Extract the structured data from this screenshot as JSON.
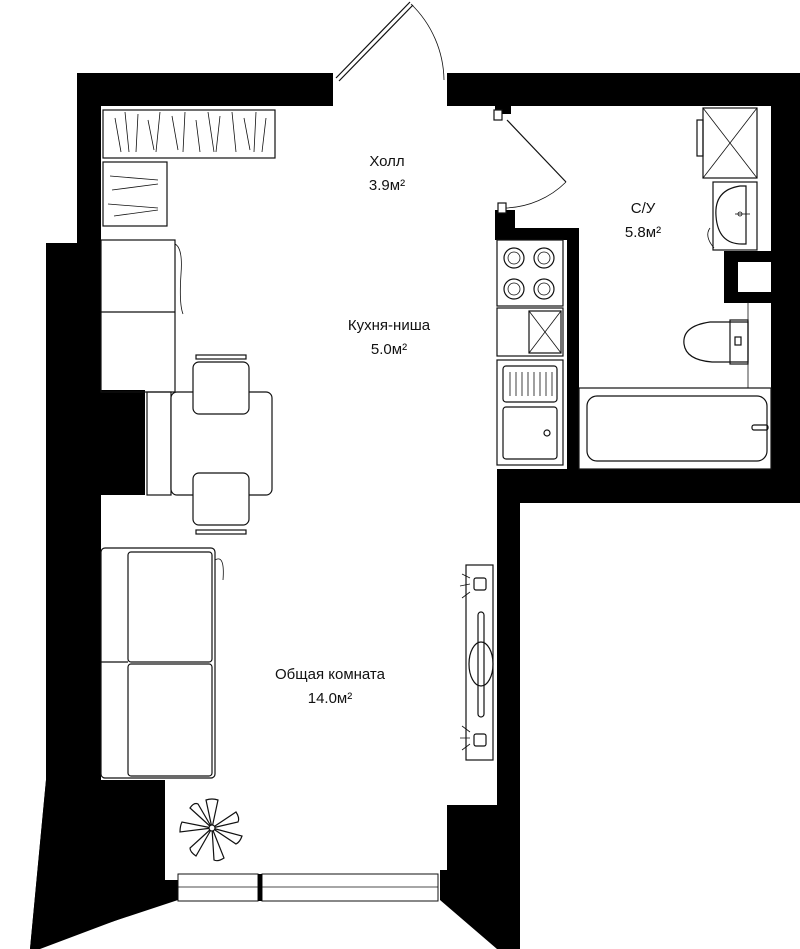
{
  "rooms": {
    "hall": {
      "name": "Холл",
      "area": "3.9м²"
    },
    "kitchen": {
      "name": "Кухня-ниша",
      "area": "5.0м²"
    },
    "bathroom": {
      "name": "С/У",
      "area": "5.8м²"
    },
    "living": {
      "name": "Общая комната",
      "area": "14.0м²"
    }
  },
  "colors": {
    "wall": "#000000",
    "line": "#111111",
    "background": "#ffffff"
  },
  "icons": [
    "wardrobe-icon",
    "stove-icon",
    "sink-icon",
    "dining-table-icon",
    "sofa-icon",
    "plant-icon",
    "tv-stand-icon",
    "toilet-icon",
    "bathtub-icon",
    "washbasin-icon",
    "shower-tray-icon",
    "door-icon",
    "window-icon"
  ]
}
